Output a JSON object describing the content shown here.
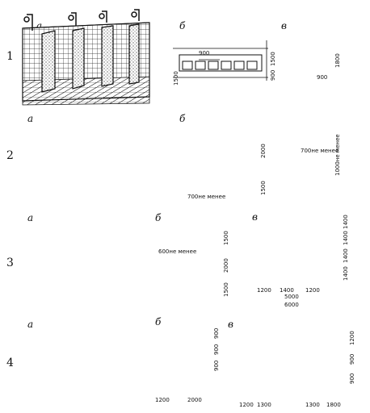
{
  "rows": [
    "1",
    "2",
    "3",
    "4"
  ],
  "labels": {
    "a": "а",
    "b": "б",
    "v": "в"
  },
  "row1": {
    "b_dims": {
      "top": "900",
      "right1": "1500",
      "right2": "900",
      "left": "1500"
    },
    "v_dims": {
      "right": "1800",
      "bottom": "900"
    }
  },
  "row2": {
    "b_dims": {
      "mid": "2000",
      "bottom": "1500",
      "min_spacing": "700не менее"
    },
    "v_dims": {
      "spacing": "700не менее",
      "right": "1000не менее"
    }
  },
  "row3": {
    "b_dims": {
      "spacing": "600не менее",
      "right1": "1500",
      "right2": "2000",
      "right3": "1500"
    },
    "v_dims": {
      "top1": "1400",
      "top2": "1400",
      "top3": "1400",
      "top4": "1400",
      "bottom1": "1200",
      "bottom2": "1400",
      "bottom3": "1200",
      "total1": "5000",
      "total2": "6000"
    }
  },
  "row4": {
    "b_dims": {
      "left": "1200",
      "right": "2000",
      "v1": "900",
      "v2": "900",
      "v3": "900"
    },
    "v_dims": {
      "b1": "1200",
      "b2": "1300",
      "b3": "1300",
      "b4": "1800",
      "v1": "1200",
      "v2": "900",
      "v3": "900"
    }
  }
}
